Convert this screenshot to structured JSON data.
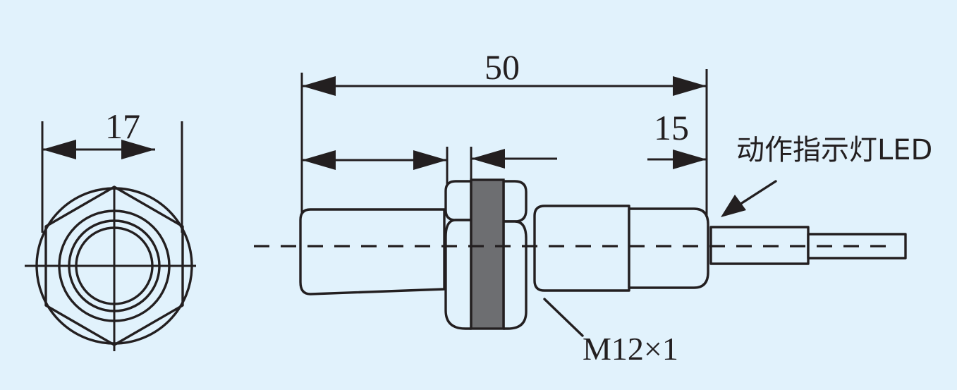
{
  "dimensions": {
    "diameter": "17",
    "total_length": "50",
    "led_length": "15"
  },
  "labels": {
    "led_indicator": "动作指示灯LED",
    "thread": "M12×1"
  },
  "colors": {
    "background": "#e1f2fc",
    "line": "#231f20",
    "nut_band": "#6d6e71"
  }
}
